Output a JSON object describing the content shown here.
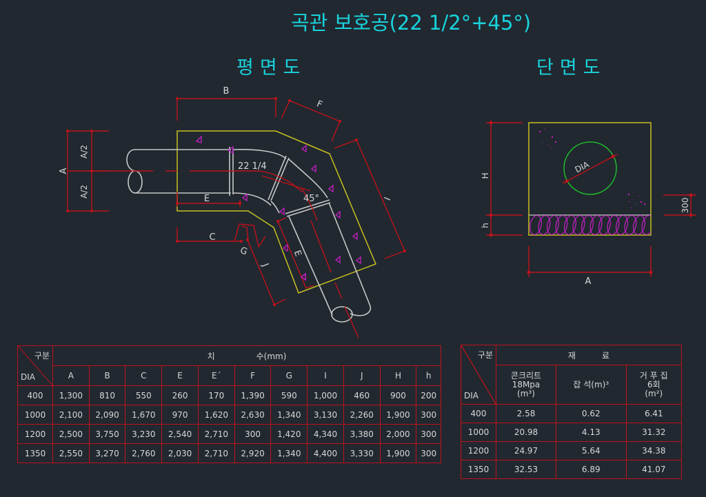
{
  "titles": {
    "main": "곡관 보호공(22 1/2°+45°)",
    "plan_view": "평면도",
    "section_view": "단면도"
  },
  "colors": {
    "background": "#212830",
    "title": "#19d3dc",
    "dimension": "#c0121a",
    "outline": "#c8c020",
    "pipe": "#c8c8c8",
    "aggregate": "#c81ec8",
    "circle": "#1fb82a"
  },
  "plan_labels": {
    "A": "A",
    "A_half_top": "A/2",
    "A_half_bottom": "A/2",
    "B": "B",
    "F": "F",
    "I": "I",
    "E": "E",
    "E_prime": "E",
    "C": "C",
    "G": "G",
    "J": "J",
    "angle1": "22 1/4",
    "angle2": "45°"
  },
  "section_labels": {
    "H": "H",
    "h": "h",
    "A": "A",
    "DIA": "DIA",
    "dim_300": "300"
  },
  "dimension_table": {
    "corner_top": "구분",
    "corner_bottom": "DIA",
    "group_header_1": "치",
    "group_header_2": "수(mm)",
    "columns": [
      "A",
      "B",
      "C",
      "E",
      "E´",
      "F",
      "G",
      "I",
      "J",
      "H",
      "h"
    ],
    "rows": [
      {
        "dia": "400",
        "values": [
          "1,300",
          "810",
          "550",
          "260",
          "170",
          "1,390",
          "590",
          "1,000",
          "460",
          "900",
          "200"
        ]
      },
      {
        "dia": "1000",
        "values": [
          "2,100",
          "2,090",
          "1,670",
          "970",
          "1,620",
          "2,630",
          "1,340",
          "3,130",
          "2,260",
          "1,900",
          "300"
        ]
      },
      {
        "dia": "1200",
        "values": [
          "2,500",
          "3,750",
          "3,230",
          "2,540",
          "2,710",
          "300",
          "1,420",
          "4,340",
          "3,380",
          "2,000",
          "300"
        ]
      },
      {
        "dia": "1350",
        "values": [
          "2,550",
          "3,270",
          "2,760",
          "2,030",
          "2,710",
          "2,920",
          "1,340",
          "4,400",
          "3,330",
          "1,900",
          "300"
        ]
      }
    ]
  },
  "material_table": {
    "corner_top": "구분",
    "corner_bottom": "DIA",
    "group_header": "재          료",
    "columns": [
      {
        "line1": "콘크리트",
        "line2": "18Mpa",
        "line3": "(m³)"
      },
      {
        "line1": "잡 석(m)³",
        "line2": "",
        "line3": ""
      },
      {
        "line1": "거 푸 집",
        "line2": "6회",
        "line3": "(m²)"
      }
    ],
    "rows": [
      {
        "dia": "400",
        "values": [
          "2.58",
          "0.62",
          "6.41"
        ]
      },
      {
        "dia": "1000",
        "values": [
          "20.98",
          "4.13",
          "31.32"
        ]
      },
      {
        "dia": "1200",
        "values": [
          "24.97",
          "5.64",
          "34.38"
        ]
      },
      {
        "dia": "1350",
        "values": [
          "32.53",
          "6.89",
          "41.07"
        ]
      }
    ]
  }
}
